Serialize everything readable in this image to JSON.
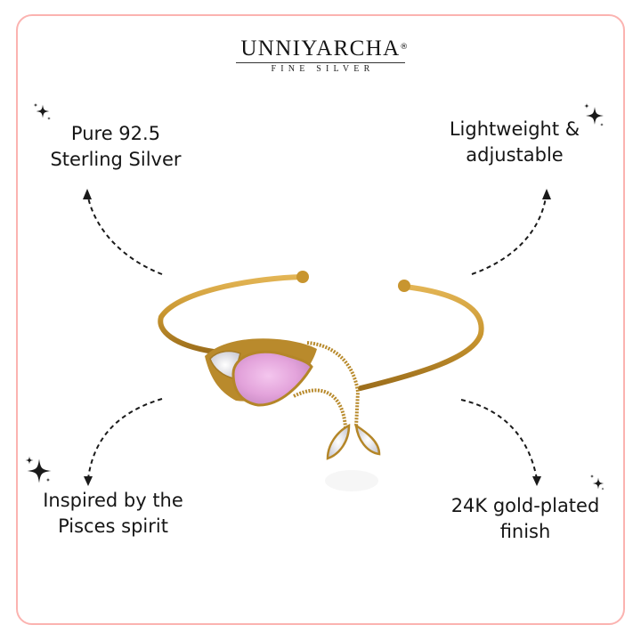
{
  "brand": {
    "name": "UNNIYARCHA",
    "registered_mark": "®",
    "tagline": "FINE SILVER"
  },
  "features": [
    {
      "line1": "Pure 92.5",
      "line2": "Sterling Silver",
      "icon": "sparkle-icon"
    },
    {
      "line1": "Lightweight &",
      "line2": "adjustable",
      "icon": "sparkle-icon"
    },
    {
      "line1": "Inspired by the",
      "line2": "Pisces spirit",
      "icon": "sparkle-icon"
    },
    {
      "line1": "24K gold-plated",
      "line2": "finish",
      "icon": "sparkle-icon"
    }
  ],
  "product": {
    "type": "cuff bracelet",
    "metal_color": "#c8952f",
    "center_stone_color": "#e7a9e0",
    "accent_stone_color": "#f2f2f4"
  },
  "colors": {
    "frame_border": "#fbb3b0",
    "text": "#161616",
    "arrows": "#1a1a1a"
  }
}
